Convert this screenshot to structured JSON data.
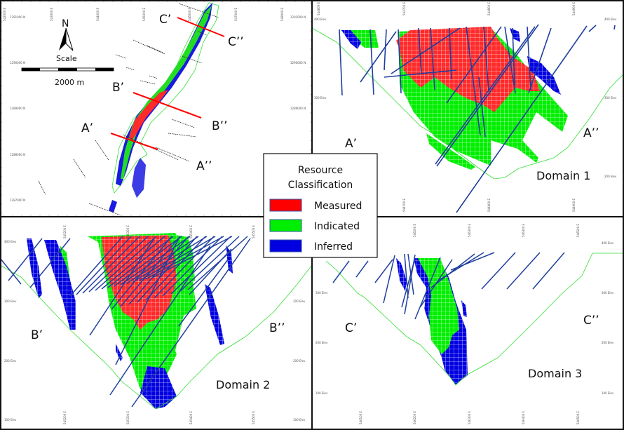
{
  "colors": {
    "measured": "#ff2020",
    "indicated": "#00ee00",
    "inferred": "#0000e0",
    "drillhole": "#1f3f9f",
    "topography": "#33dd33",
    "section_line": "#ff0000"
  },
  "legend": {
    "title_line1": "Resource",
    "title_line2": "Classification",
    "items": [
      {
        "label": "Measured",
        "color": "#ff2020"
      },
      {
        "label": "Indicated",
        "color": "#00ee00"
      },
      {
        "label": "Inferred",
        "color": "#0000e0"
      }
    ]
  },
  "plan_map": {
    "north_label": "N",
    "scale_label": "Scale",
    "scale_text": "2000 m",
    "section_labels": {
      "a1": "A’",
      "a2": "A’’",
      "b1": "B’",
      "b2": "B’’",
      "c1": "C’",
      "c2": "C’’"
    },
    "easting_ticks": [
      "542000 E",
      "543000 E",
      "544000 E",
      "545000 E",
      "546000 E",
      "547000 E",
      "548000 E"
    ],
    "northing_ticks": [
      "1291000 N",
      "1290000 N",
      "1289000 N",
      "1288000 N",
      "1287000 N"
    ]
  },
  "domain1": {
    "title": "Domain 1",
    "left_label": "A’",
    "right_label": "A’’",
    "easting_ticks": [
      "544600 E",
      "544700 E",
      "544800 E",
      "544900 E"
    ],
    "elev_ticks": [
      "400 Elev",
      "300 Elev",
      "200 Elev"
    ]
  },
  "domain2": {
    "title": "Domain 2",
    "left_label": "B’",
    "right_label": "B’’",
    "easting_ticks": [
      "545200 E",
      "545300 E",
      "545400 E",
      "545500 E"
    ],
    "elev_ticks": [
      "400 Elev",
      "300 Elev",
      "200 Elev",
      "100 Elev"
    ]
  },
  "domain3": {
    "title": "Domain 3",
    "left_label": "C’",
    "right_label": "C’’",
    "easting_ticks": [
      "546100 E",
      "546200 E",
      "546300 E",
      "546400 E",
      "546500 E"
    ],
    "elev_ticks": [
      "400 Elev",
      "300 Elev",
      "200 Elev",
      "100 Elev"
    ]
  }
}
